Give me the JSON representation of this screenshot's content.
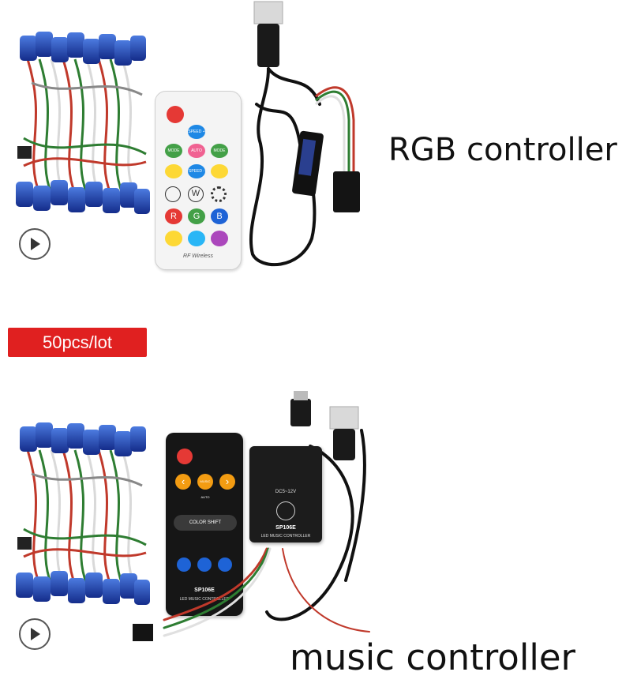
{
  "captions": {
    "rgb": "RGB controller",
    "music": "music controller"
  },
  "badge": {
    "label": "50pcs/lot",
    "color": "#e02020"
  },
  "rgb_remote": {
    "brand": "RF Wireless",
    "keys": [
      "SPEED +",
      "MODE",
      "AUTO",
      "MODE",
      "SPEED -",
      "W",
      "R",
      "G",
      "B"
    ]
  },
  "music_remote": {
    "keys": [
      "MUSIC AUTO",
      "COLOR SHIFT"
    ],
    "model": "SP106E",
    "subtitle": "LED MUSIC CONTROLLER"
  },
  "music_box": {
    "rating": "DC5~12V",
    "model": "SP106E",
    "subtitle": "LED MUSIC CONTROLLER"
  },
  "icons": {
    "play_top": "play-icon",
    "play_bottom": "play-icon",
    "power": "power-icon",
    "lock": "lock-icon",
    "gear": "gear-icon",
    "music_note": "music-note-icon"
  }
}
